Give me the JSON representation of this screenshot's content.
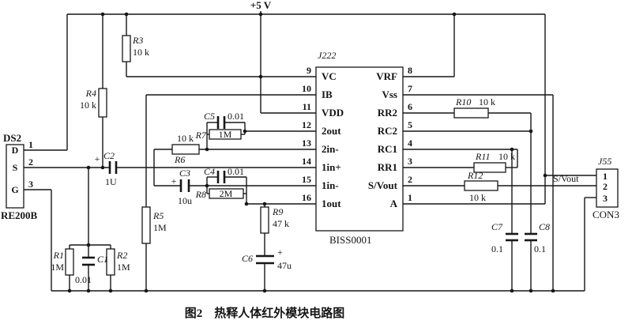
{
  "caption": "图2　热释人体红外模块电路图",
  "power_label": "+5 V",
  "output_label": "S/Vout",
  "polarity_plus": "+",
  "sensor": {
    "ref": "DS2",
    "part": "RE200B",
    "pins": [
      {
        "num": "1",
        "name": "D"
      },
      {
        "num": "2",
        "name": "S"
      },
      {
        "num": "3",
        "name": "G"
      }
    ]
  },
  "ic": {
    "ref": "J222",
    "part": "BISS0001",
    "left_pins": [
      {
        "num": "9",
        "name": "VC"
      },
      {
        "num": "10",
        "name": "IB"
      },
      {
        "num": "11",
        "name": "VDD"
      },
      {
        "num": "12",
        "name": "2out"
      },
      {
        "num": "13",
        "name": "2in-"
      },
      {
        "num": "14",
        "name": "1in+"
      },
      {
        "num": "15",
        "name": "1in-"
      },
      {
        "num": "16",
        "name": "1out"
      }
    ],
    "right_pins": [
      {
        "num": "8",
        "name": "VRF"
      },
      {
        "num": "7",
        "name": "Vss"
      },
      {
        "num": "6",
        "name": "RR2"
      },
      {
        "num": "5",
        "name": "RC2"
      },
      {
        "num": "4",
        "name": "RC1"
      },
      {
        "num": "3",
        "name": "RR1"
      },
      {
        "num": "2",
        "name": "S/Vout"
      },
      {
        "num": "1",
        "name": "A"
      }
    ]
  },
  "connector": {
    "ref": "J55",
    "part": "CON3",
    "pins": [
      "1",
      "2",
      "3"
    ]
  },
  "components": {
    "r1": {
      "ref": "R1",
      "value": "1M"
    },
    "r2": {
      "ref": "R2",
      "value": "1M"
    },
    "r3": {
      "ref": "R3",
      "value": "10 k"
    },
    "r4": {
      "ref": "R4",
      "value": "10 k"
    },
    "r5": {
      "ref": "R5",
      "value": "1M"
    },
    "r6": {
      "ref": "R6",
      "value": "10 k"
    },
    "r7": {
      "ref": "R7",
      "value": "1M"
    },
    "r8": {
      "ref": "R8",
      "value": "2M"
    },
    "r9": {
      "ref": "R9",
      "value": "47 k"
    },
    "r10": {
      "ref": "R10",
      "value": "10 k"
    },
    "r11": {
      "ref": "R11",
      "value": "10 k"
    },
    "r12": {
      "ref": "R12",
      "value": "10 k"
    },
    "c1": {
      "ref": "C1",
      "value": "0.01"
    },
    "c2": {
      "ref": "C2",
      "value": "1U"
    },
    "c3": {
      "ref": "C3",
      "value": "10u"
    },
    "c4": {
      "ref": "C4",
      "value": "0.01"
    },
    "c5": {
      "ref": "C5",
      "value": "0.01"
    },
    "c6": {
      "ref": "C6",
      "value": "47u"
    },
    "c7": {
      "ref": "C7",
      "value": "0.1"
    },
    "c8": {
      "ref": "C8",
      "value": "0.1"
    }
  }
}
